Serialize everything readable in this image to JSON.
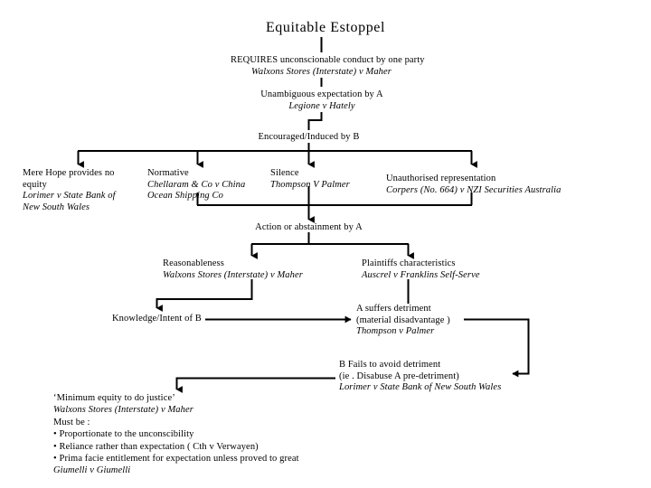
{
  "document": {
    "title": "Equitable Estoppel",
    "type": "legal flowchart"
  },
  "nodes": {
    "title": "Equitable Estoppel",
    "requires": {
      "text": "REQUIRES unconscionable conduct by one party",
      "citation": "Walxons Stores (Interstate) v Maher"
    },
    "expectation": {
      "text": "Unambiguous expectation by A",
      "citation": "Legione v Hately"
    },
    "encouraged": {
      "text": "Encouraged/Induced by B"
    },
    "branch_hope": {
      "line1": "Mere Hope provides no",
      "line2": "equity",
      "citation1": "Lorimer v State Bank of",
      "citation2": "New South Wales"
    },
    "branch_normative": {
      "line1": "Normative",
      "citation1": "Chellaram & Co v China",
      "citation2": "Ocean Shipping Co"
    },
    "branch_silence": {
      "line1": "Silence",
      "citation1": "Thompson V Palmer"
    },
    "branch_unauthorised": {
      "line1": "Unauthorised representation",
      "citation1": "Corpers (No. 664) v NZI Securities Australia"
    },
    "action": {
      "text": "Action or abstainment by A"
    },
    "reasonableness": {
      "text": "Reasonableness",
      "citation": "Walxons Stores (Interstate) v Maher"
    },
    "plaintiffs": {
      "text": "Plaintiffs characteristics",
      "citation": "Auscrel v Franklins Self-Serve"
    },
    "knowledge": {
      "text": "Knowledge/Intent of B"
    },
    "detriment": {
      "line1": "A suffers detriment",
      "line2": "(material disadvantage )",
      "citation": "Thompson v Palmer"
    },
    "fails": {
      "line1": "B Fails to avoid detriment",
      "line2": "(ie . Disabuse A pre-detriment)",
      "citation": "Lorimer v State Bank of New South Wales"
    },
    "minimum_equity": {
      "heading": "‘Minimum equity to do justice’",
      "citation": "Walxons Stores (Interstate) v Maher",
      "must_be": "Must be :",
      "bullet1": "• Proportionate to the unconscibility",
      "bullet2": "• Reliance rather than expectation ( Cth v Verwayen)",
      "bullet3": "• Prima facie entitlement for expectation unless proved to great",
      "final_citation": "Giumelli v Giumelli"
    }
  },
  "colors": {
    "background": "#ffffff",
    "text": "#000000",
    "connector": "#000000"
  }
}
